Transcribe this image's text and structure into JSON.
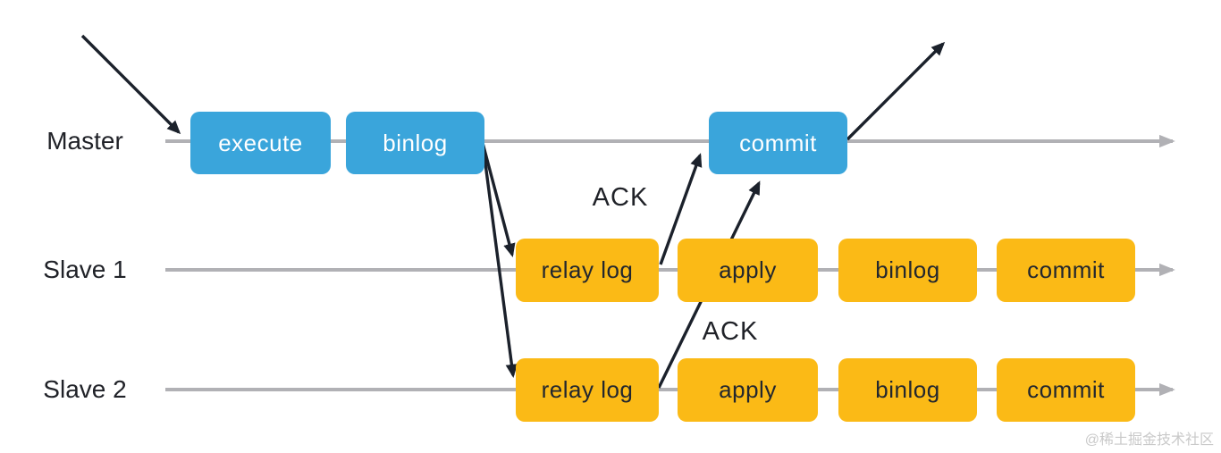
{
  "rows": [
    {
      "label": "Master",
      "boxes": [
        {
          "text": "execute"
        },
        {
          "text": "binlog"
        },
        {
          "text": "commit"
        }
      ]
    },
    {
      "label": "Slave 1",
      "boxes": [
        {
          "text": "relay log"
        },
        {
          "text": "apply"
        },
        {
          "text": "binlog"
        },
        {
          "text": "commit"
        }
      ]
    },
    {
      "label": "Slave 2",
      "boxes": [
        {
          "text": "relay log"
        },
        {
          "text": "apply"
        },
        {
          "text": "binlog"
        },
        {
          "text": "commit"
        }
      ]
    }
  ],
  "annotations": {
    "ack_slave1": "ACK",
    "ack_slave2": "ACK"
  },
  "watermark": "@稀土掘金技术社区",
  "colors": {
    "master_box": "#3AA5DB",
    "slave_box": "#FBBA16",
    "timeline": "#B1B1B5",
    "arrow": "#1B212B",
    "master_box_text": "#FFFFFF",
    "slave_box_text": "#23272E",
    "label_text": "#202228",
    "watermark_text": "#C9C9C9"
  }
}
